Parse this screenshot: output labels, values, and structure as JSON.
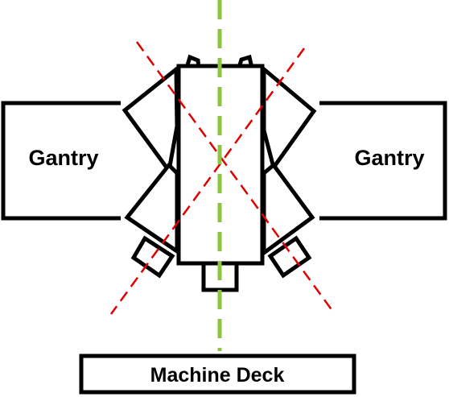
{
  "labels": {
    "gantry_left": "Gantry",
    "gantry_right": "Gantry",
    "machine_deck": "Machine Deck"
  },
  "colors": {
    "outline": "#000000",
    "centerline": "#8cc63f",
    "diagonal": "#e00000",
    "background": "#ffffff"
  }
}
